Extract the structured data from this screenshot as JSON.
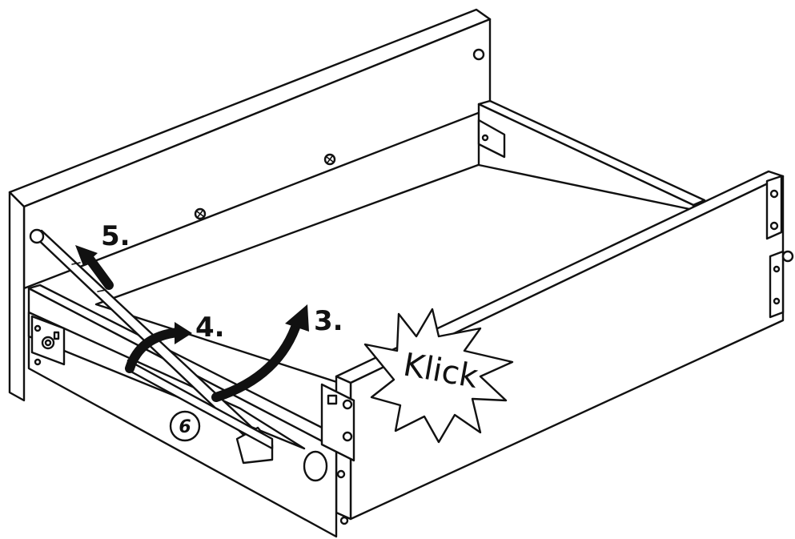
{
  "colors": {
    "line": "#111111",
    "fill": "#ffffff"
  },
  "steps": [
    {
      "label": "3."
    },
    {
      "label": "4."
    },
    {
      "label": "5."
    }
  ],
  "sound_effect": {
    "text": "Klick"
  },
  "part_marker": {
    "number": "6"
  },
  "icons": [
    "screw-icon",
    "bracket-icon",
    "arrow-curved-icon",
    "arrow-straight-icon",
    "starburst-icon"
  ]
}
